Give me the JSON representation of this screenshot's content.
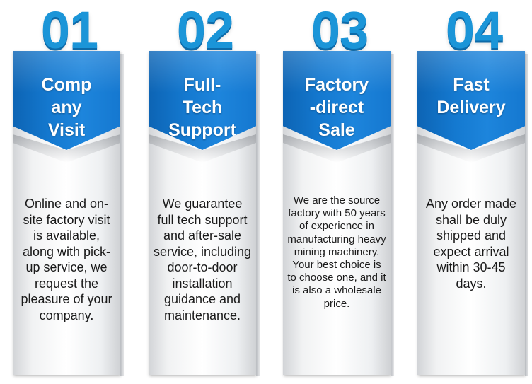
{
  "cards": [
    {
      "number": "01",
      "title_lines": [
        "Comp",
        "any",
        "Visit"
      ],
      "description": "Online and on-site factory visit is available, along with pick-up service, we request the pleasure of your company."
    },
    {
      "number": "02",
      "title_lines": [
        "Full-",
        "Tech",
        "Support"
      ],
      "description": "We guarantee full tech support and after-sale service, including door-to-door installation guidance and maintenance."
    },
    {
      "number": "03",
      "title_lines": [
        "Factory",
        "-direct",
        "Sale"
      ],
      "description": "We are the source factory with 50 years of experience in manufacturing heavy mining machinery. Your best choice is to choose one, and it is also a wholesale price."
    },
    {
      "number": "04",
      "title_lines": [
        "Fast",
        "Delivery"
      ],
      "description": "Any order made shall be duly shipped and expect arrival within 30-45 days."
    }
  ],
  "colors": {
    "number": "#1b95d8",
    "header": "#1479d0",
    "text": "#1a1a1a"
  }
}
